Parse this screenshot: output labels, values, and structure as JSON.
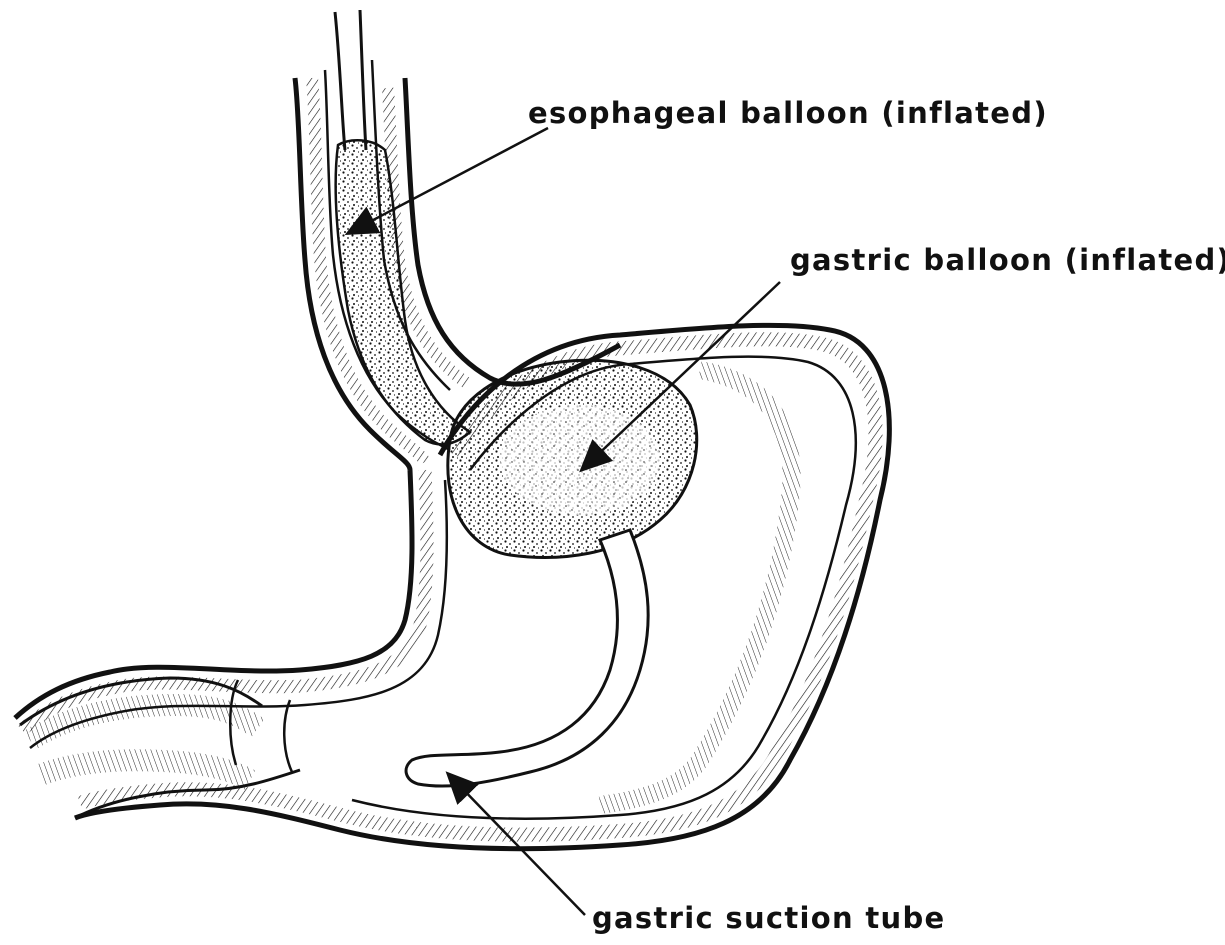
{
  "labels": {
    "esophageal_balloon": "esophageal balloon (inflated)",
    "gastric_balloon": "gastric balloon (inflated)",
    "gastric_suction_tube": "gastric suction tube"
  },
  "colors": {
    "ink": "#111111",
    "background": "#ffffff"
  }
}
